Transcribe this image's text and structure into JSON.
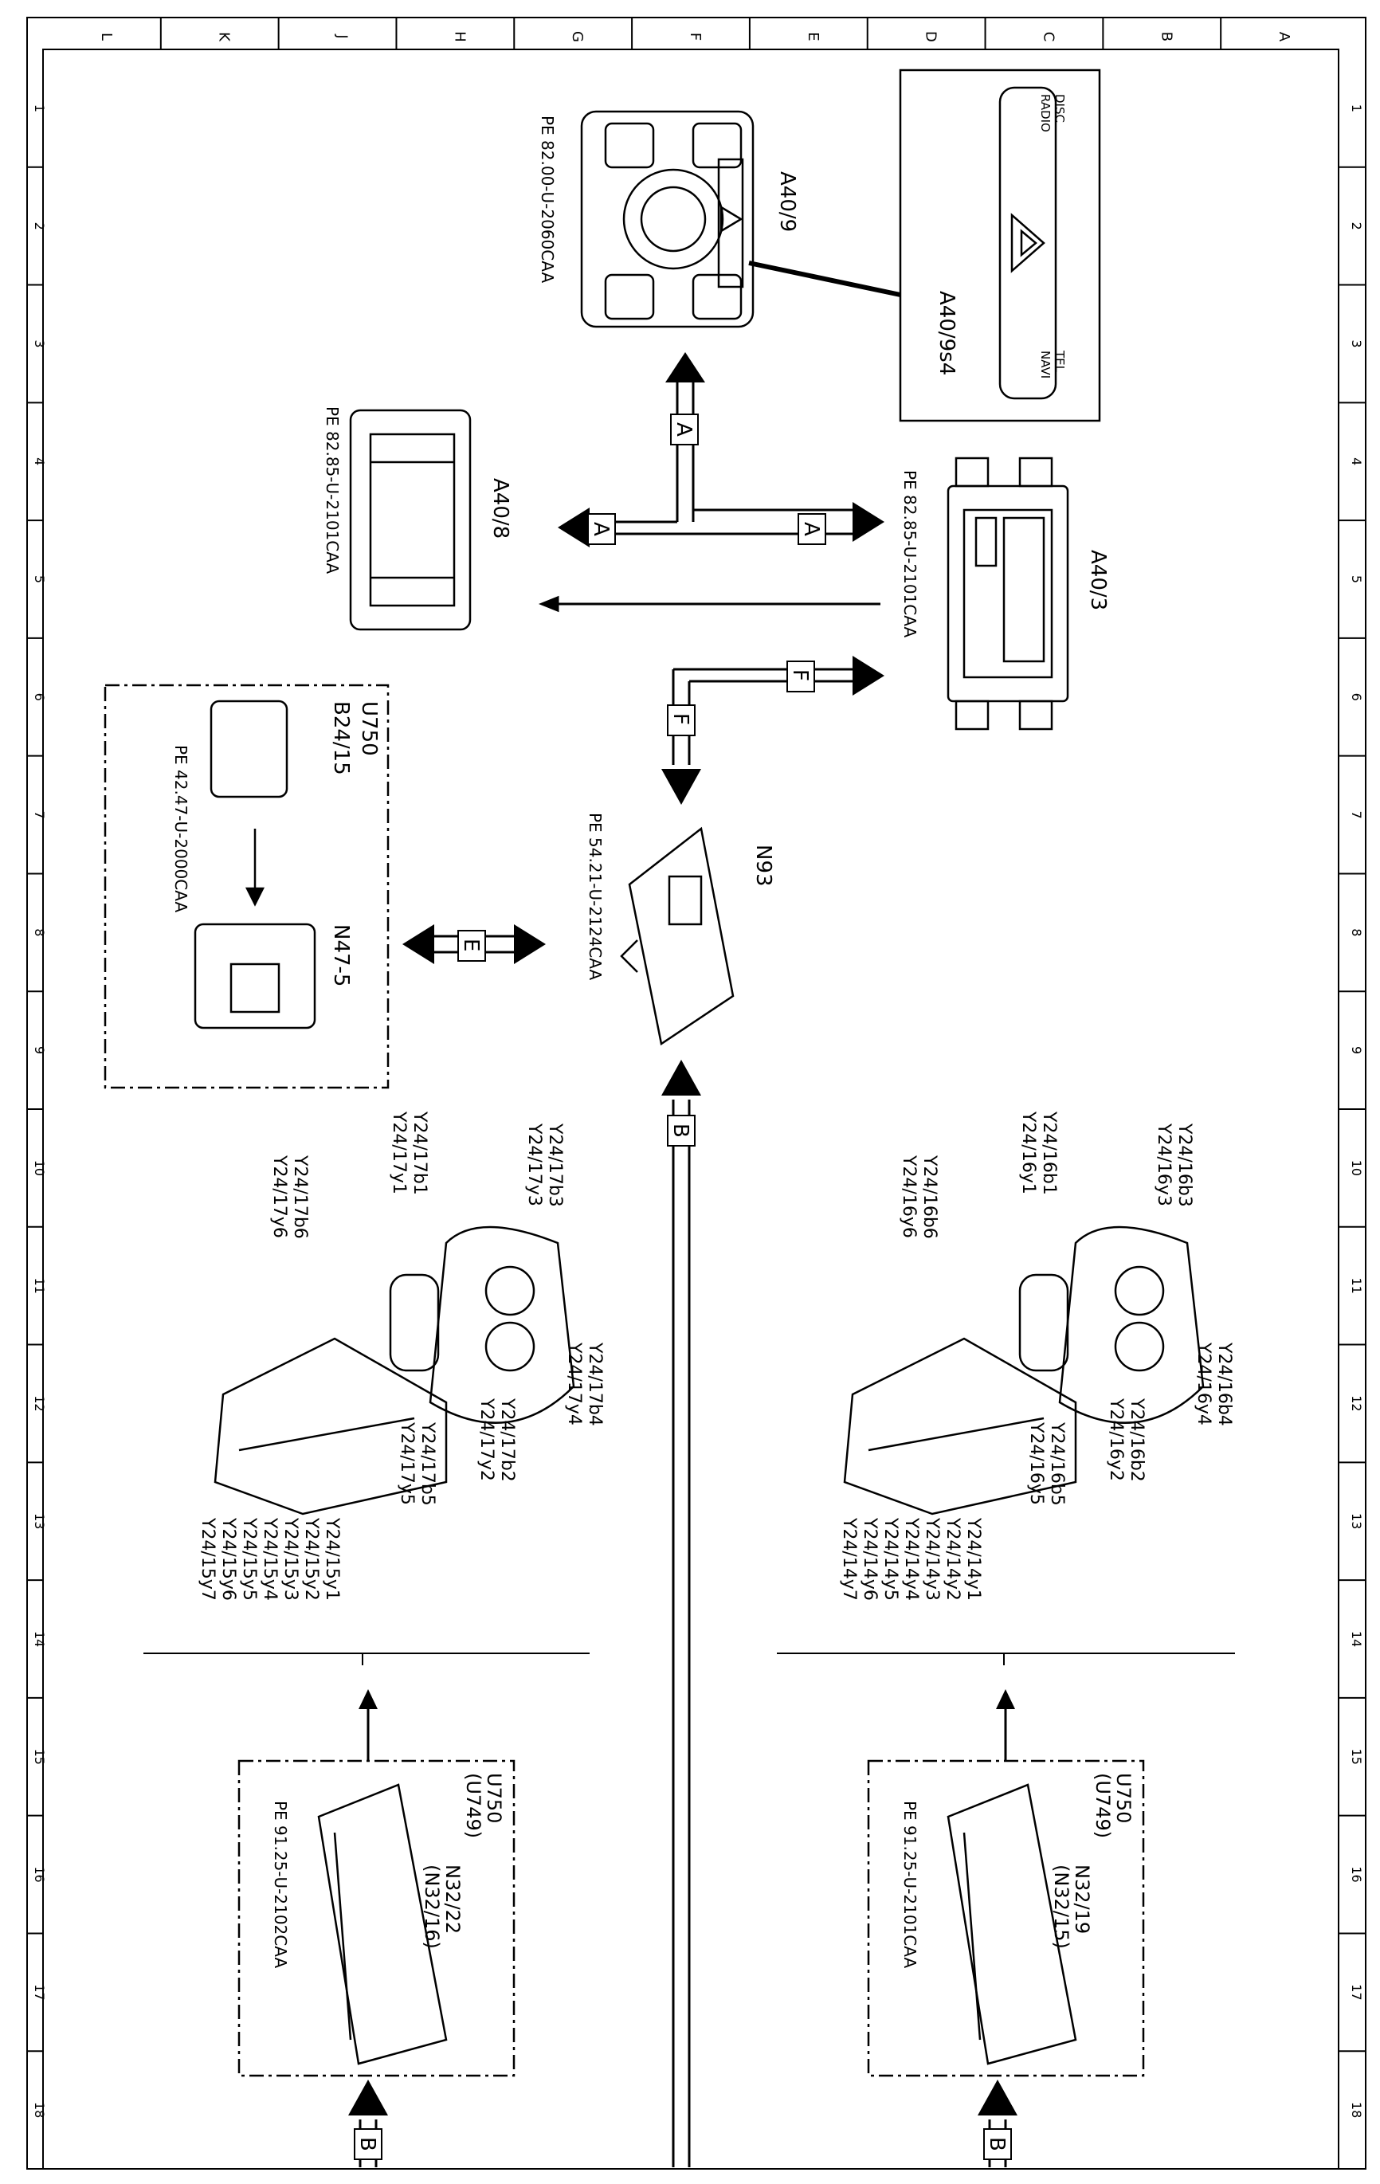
{
  "grid": {
    "columns": [
      "L",
      "K",
      "J",
      "H",
      "G",
      "F",
      "E",
      "D",
      "C",
      "B",
      "A"
    ],
    "rows": [
      "1",
      "2",
      "3",
      "4",
      "5",
      "6",
      "7",
      "8",
      "9",
      "10",
      "11",
      "12",
      "13",
      "14",
      "15",
      "16",
      "17",
      "18"
    ]
  },
  "components": {
    "a40_9": {
      "label": "A40/9",
      "ref": "PE 82.00-U-2060CAA"
    },
    "a40_9s4": {
      "label": "A40/9s4",
      "buttons": [
        "DISC",
        "RADIO",
        "TEL",
        "NAVI"
      ]
    },
    "a40_8": {
      "label": "A40/8",
      "ref": "PE 82.85-U-2101CAA"
    },
    "a40_3": {
      "label": "A40/3",
      "ref": "PE 82.85-U-2101CAA"
    },
    "u750_left": {
      "label": "U750",
      "sub_b": "B24/15",
      "sub_n": "N47-5",
      "ref": "PE 42.47-U-2000CAA"
    },
    "n93": {
      "label": "N93",
      "ref": "PE 54.21-U-2124CAA"
    },
    "seat_left": {
      "top_group": [
        "Y24/17b3",
        "Y24/17y3"
      ],
      "upper_group": [
        "Y24/17b1",
        "Y24/17y1"
      ],
      "mid_group": [
        "Y24/17b6",
        "Y24/17y6"
      ],
      "right_group_a": [
        "Y24/17b4",
        "Y24/17y4"
      ],
      "right_group_b": [
        "Y24/17b2",
        "Y24/17y2"
      ],
      "right_group_c": [
        "Y24/17b5",
        "Y24/17y5"
      ],
      "bottom_group": [
        "Y24/15y1",
        "Y24/15y2",
        "Y24/15y3",
        "Y24/15y4",
        "Y24/15y5",
        "Y24/15y6",
        "Y24/15y7"
      ]
    },
    "seat_right": {
      "top_group": [
        "Y24/16b3",
        "Y24/16y3"
      ],
      "upper_group": [
        "Y24/16b1",
        "Y24/16y1"
      ],
      "mid_group": [
        "Y24/16b6",
        "Y24/16y6"
      ],
      "right_group_a": [
        "Y24/16b4",
        "Y24/16y4"
      ],
      "right_group_b": [
        "Y24/16b2",
        "Y24/16y2"
      ],
      "right_group_c": [
        "Y24/16b5",
        "Y24/16y5"
      ],
      "bottom_group": [
        "Y24/14y1",
        "Y24/14y2",
        "Y24/14y3",
        "Y24/14y4",
        "Y24/14y5",
        "Y24/14y6",
        "Y24/14y7"
      ]
    },
    "n32_22": {
      "line1": "U750",
      "line2": "(U749)",
      "line3": "N32/22",
      "line4": "(N32/16)",
      "ref": "PE 91.25-U-2102CAA"
    },
    "n32_19": {
      "line1": "U750",
      "line2": "(U749)",
      "line3": "N32/19",
      "line4": "(N32/15)",
      "ref": "PE 91.25-U-2101CAA"
    }
  },
  "buses": {
    "a": "A",
    "b": "B",
    "e": "E",
    "f": "F"
  }
}
